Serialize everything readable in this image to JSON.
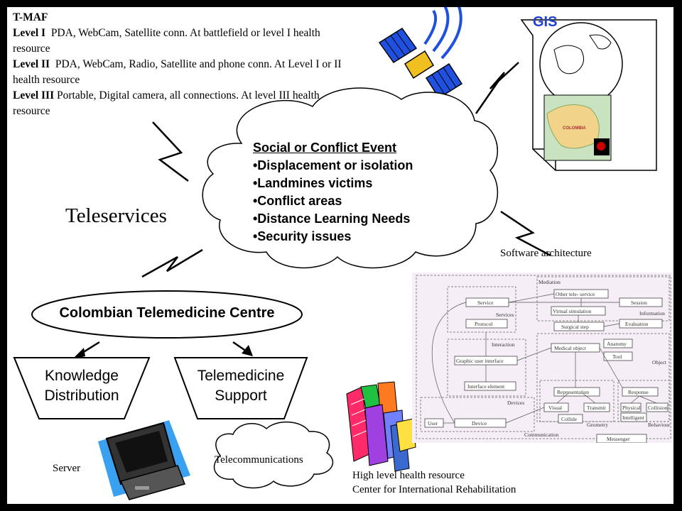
{
  "tmaf": {
    "title": "T-MAF",
    "levels": [
      {
        "name": "Level I",
        "text": "  PDA, WebCam, Satellite conn. At battlefield or level I health resource"
      },
      {
        "name": "Level II",
        "text": "  PDA, WebCam, Radio, Satellite and phone conn. At Level I or II health resource"
      },
      {
        "name": "Level III",
        "text": " Portable, Digital camera, all connections. At level III health resource"
      }
    ]
  },
  "gis": {
    "label": "GIS",
    "map_label": "COLOMBIA"
  },
  "event": {
    "title": "Social or Conflict Event",
    "items": [
      "•Displacement or isolation",
      "•Landmines victims",
      "•Conflict areas",
      "•Distance Learning Needs",
      "•Security issues"
    ]
  },
  "teleservices": "Teleservices",
  "software_architecture": "Software architecture",
  "centre": "Colombian Telemedicine Centre",
  "knowledge": [
    "Knowledge",
    "Distribution"
  ],
  "support": [
    "Telemedicine",
    "Support"
  ],
  "server": "Server",
  "telecommunications": "Telecommunications",
  "health_resource": [
    "High level health resource",
    "Center for International Rehabilitation"
  ],
  "architecture": {
    "mediation": "Mediation",
    "other_tele_service": "Other tele- service",
    "service": "Service",
    "session": "Session",
    "virtual_simulation": "Virtual simulation",
    "information": "Information",
    "services": "Services",
    "protocol": "Protocol",
    "evaluation": "Evaluation",
    "surgical_step": "Surgical step",
    "interaction": "Interaction",
    "anatomy": "Anatomy",
    "medical_object": "Medical object",
    "graphic_user_interface": "Graphic user interface",
    "tool": "Tool",
    "object": "Object",
    "interface_element": "Interface element",
    "representation": "Representation",
    "response": "Response",
    "devices": "Devices",
    "visual": "Visual",
    "transmit": "Transmit",
    "physical": "Physical",
    "collision": "Collision",
    "user": "User",
    "device": "Device",
    "collide": "Collide",
    "intelligent": "Intelligent",
    "geometry": "Geometry",
    "behaviour": "Behaviour",
    "communication": "Communication",
    "messenger": "Messenger"
  },
  "colors": {
    "background": "#000000",
    "canvas": "#ffffff",
    "architecture_bg": "#f6eef6",
    "satellite_blue": "#1f50e0",
    "satellite_yellow": "#f0c020",
    "monitor_blue": "#3aa0f0"
  }
}
